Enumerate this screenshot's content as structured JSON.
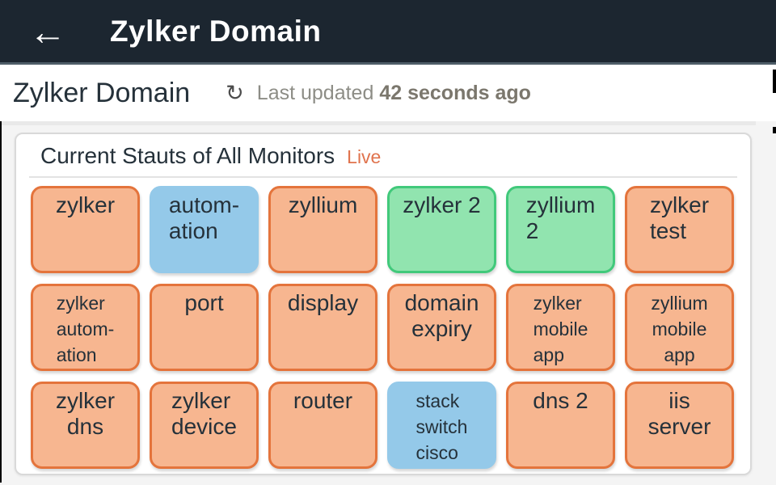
{
  "icons": {
    "back": "←",
    "refresh": "↻"
  },
  "header": {
    "title": "Zylker Domain"
  },
  "subheader": {
    "title": "Zylker Domain",
    "last_updated_label": "Last updated",
    "last_updated_value": "42 seconds ago"
  },
  "card": {
    "title": "Current Stauts of All Monitors",
    "live_label": "Live"
  },
  "status_colors": {
    "trouble": {
      "bg": "#f7b690",
      "border": "#e4743c"
    },
    "maintenance": {
      "bg": "#94c9e9",
      "border": "#94c9e9"
    },
    "up": {
      "bg": "#91e4af",
      "border": "#41c97b"
    }
  },
  "monitors": [
    {
      "label": "zylker",
      "status": "trouble"
    },
    {
      "label": "autom-\nation",
      "status": "maintenance"
    },
    {
      "label": "zyllium",
      "status": "trouble"
    },
    {
      "label": "zylker 2",
      "status": "up"
    },
    {
      "label": "zyllium\n2",
      "status": "up"
    },
    {
      "label": "zylker\ntest",
      "status": "trouble"
    },
    {
      "label": "zylker\nautom-\nation",
      "status": "trouble",
      "size": "small"
    },
    {
      "label": "port",
      "status": "trouble"
    },
    {
      "label": "display",
      "status": "trouble"
    },
    {
      "label": "domain\nexpiry",
      "status": "trouble",
      "align": "center"
    },
    {
      "label": "zylker\nmobile\napp",
      "status": "trouble",
      "size": "small"
    },
    {
      "label": "zyllium\nmobile\napp",
      "status": "trouble",
      "size": "small",
      "align": "center"
    },
    {
      "label": "zylker\ndns",
      "status": "trouble",
      "align": "center"
    },
    {
      "label": "zylker\ndevice",
      "status": "trouble"
    },
    {
      "label": "router",
      "status": "trouble"
    },
    {
      "label": "stack\nswitch\ncisco",
      "status": "maintenance",
      "size": "small"
    },
    {
      "label": "dns 2",
      "status": "trouble"
    },
    {
      "label": "iis\nserver",
      "status": "trouble",
      "align": "center"
    }
  ]
}
